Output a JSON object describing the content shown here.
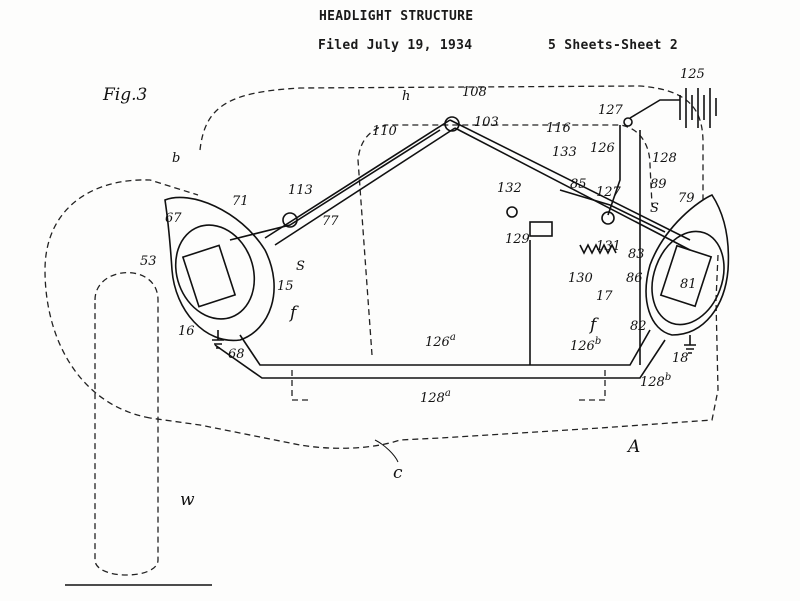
{
  "header": {
    "title": "HEADLIGHT STRUCTURE",
    "filed": "Filed July 19, 1934",
    "sheet": "5 Sheets-Sheet 2"
  },
  "figure": {
    "fig_label": "Fig.3",
    "labels": {
      "b": "b",
      "h": "h",
      "s_left": "S",
      "s_right": "S",
      "f_left": "f",
      "f_right": "f",
      "c": "c",
      "w": "w",
      "a": "A",
      "n15": "15",
      "n16": "16",
      "n17": "17",
      "n18": "18",
      "n53": "53",
      "n67": "67",
      "n68": "68",
      "n71": "71",
      "n77": "77",
      "n79": "79",
      "n81": "81",
      "n82": "82",
      "n83": "83",
      "n85": "85",
      "n86": "86",
      "n89": "89",
      "n103": "103",
      "n108": "108",
      "n110": "110",
      "n113": "113",
      "n116": "116",
      "n125": "125",
      "n126": "126",
      "n126a": "126",
      "n126a_sup": "a",
      "n126b": "126",
      "n126b_sup": "b",
      "n127a": "127",
      "n127b": "127",
      "n128": "128",
      "n128a": "128",
      "n128a_sup": "a",
      "n128b": "128",
      "n128b_sup": "b",
      "n129": "129",
      "n130": "130",
      "n131": "131",
      "n132": "132",
      "n133": "133"
    }
  }
}
